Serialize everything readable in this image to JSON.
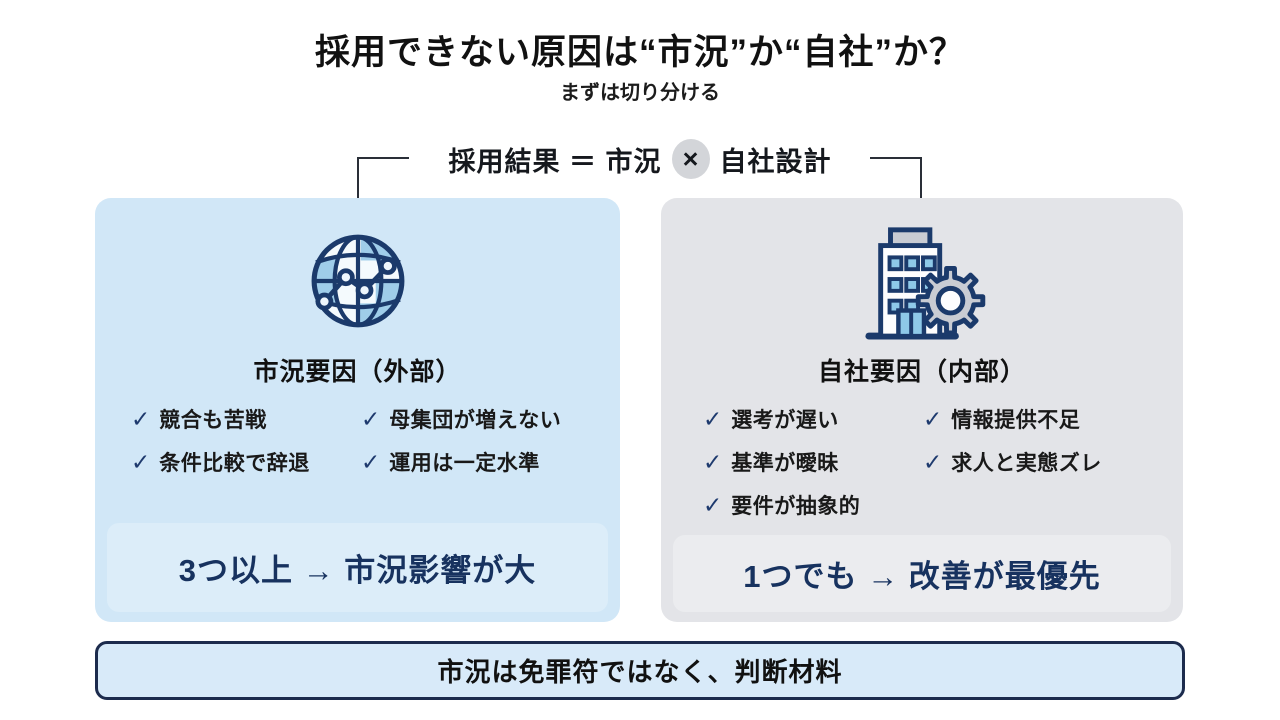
{
  "title": "採用できない原因は“市況”か“自社”か？",
  "subtitle": "まずは切り分ける",
  "formula": {
    "left": "採用結果 ＝ 市況",
    "operator": "×",
    "right": "自社設計"
  },
  "icons": {
    "check": "✓"
  },
  "cards": {
    "market": {
      "icon": "globe-trend-icon",
      "title": "市況要因（外部）",
      "items": [
        "競合も苦戦",
        "母集団が増えない",
        "条件比較で辞退",
        "運用は一定水準"
      ],
      "conclusion": "3つ以上 → 市況影響が大"
    },
    "company": {
      "icon": "building-gear-icon",
      "title": "自社要因（内部）",
      "items": [
        "選考が遅い",
        "情報提供不足",
        "基準が曖昧",
        "求人と実態ズレ",
        "要件が抽象的"
      ],
      "conclusion": "1つでも → 改善が最優先"
    }
  },
  "footer": {
    "message": "市況は免罪符ではなく、判断材料"
  },
  "colors": {
    "navy": "#1b3a6b",
    "conclusion_text": "#17325f",
    "market_card_bg": "#d1e7f7",
    "market_strip_bg": "#dcedf9",
    "company_card_bg": "#e3e4e8",
    "company_strip_bg": "#ebecef",
    "banner_bg": "#d8eaf9",
    "banner_border": "#1c2b4d",
    "icon_blue_fill": "#9fcde9",
    "window_blue": "#8ec9e8",
    "gear_gray": "#c9ccd3"
  }
}
